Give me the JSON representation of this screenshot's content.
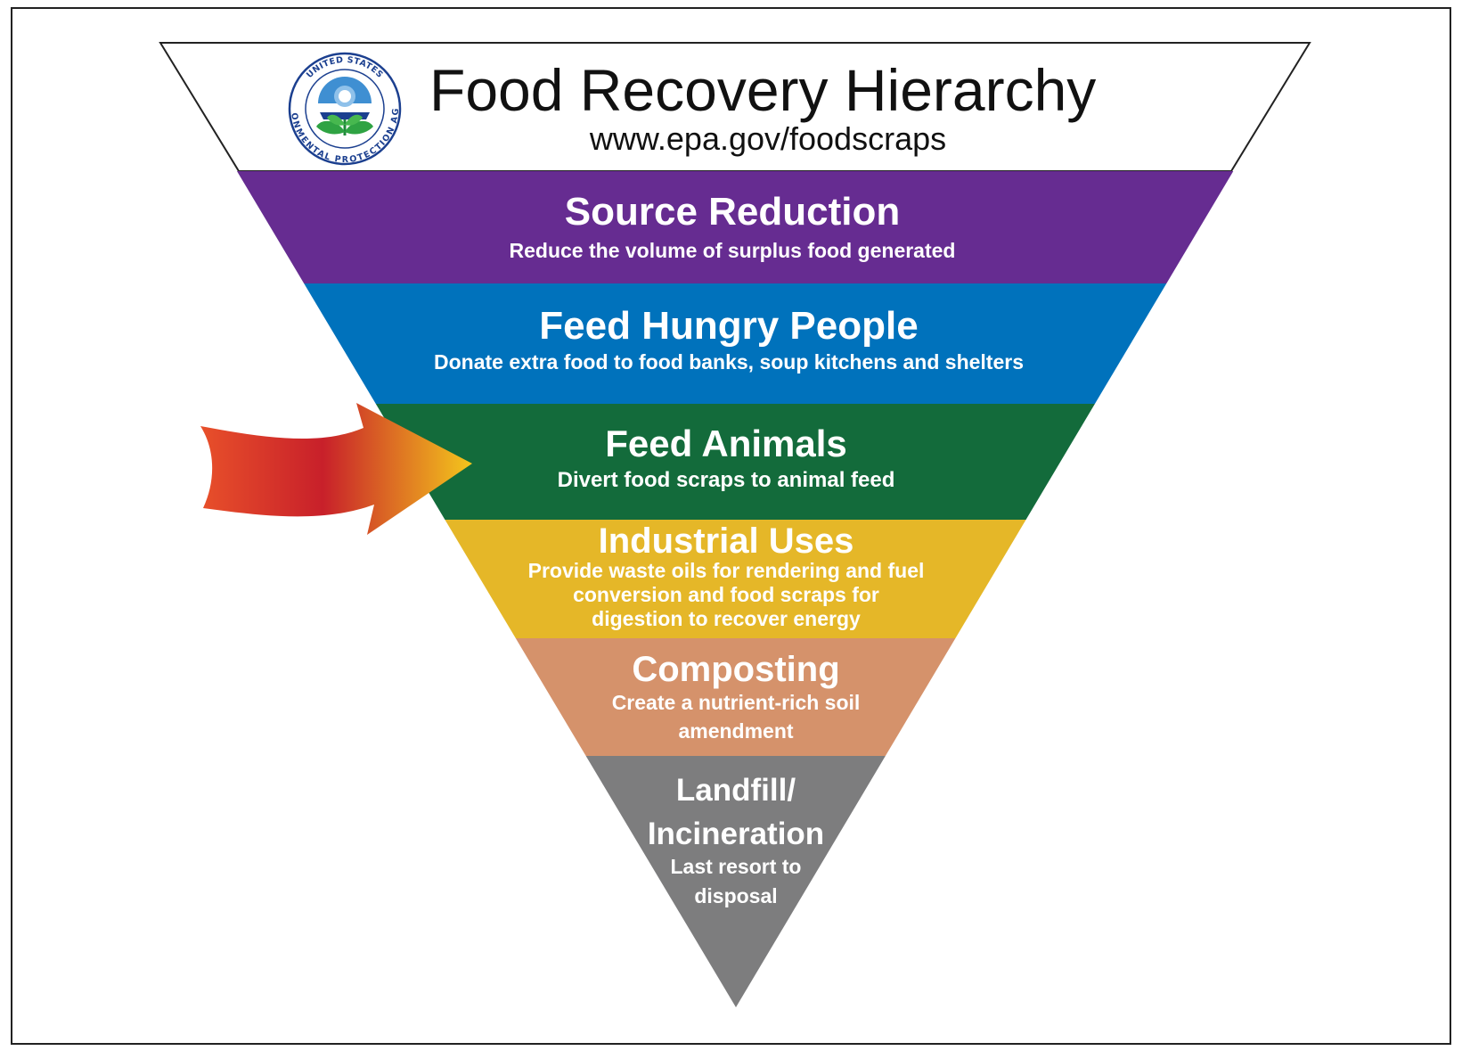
{
  "header": {
    "title": "Food Recovery Hierarchy",
    "url": "www.epa.gov/foodscraps",
    "logo": {
      "icon": "epa-seal-icon",
      "top_text": "UNITED STATES",
      "bottom_text": "ENVIRONMENTAL PROTECTION AGENCY"
    }
  },
  "colors": {
    "source_reduction": "#662c91",
    "feed_hungry_people": "#0072bc",
    "feed_animals": "#136b3b",
    "industrial_uses": "#e5b728",
    "composting": "#d5926b",
    "landfill": "#7d7d7e",
    "arrow_start": "#e8502a",
    "arrow_mid": "#c8202a",
    "arrow_end": "#f4c61c"
  },
  "tiers": [
    {
      "key": "source-reduction",
      "title": [
        "Source Reduction"
      ],
      "description": [
        "Reduce the volume of surplus food generated"
      ]
    },
    {
      "key": "feed-hungry-people",
      "title": [
        "Feed Hungry People"
      ],
      "description": [
        "Donate extra food to food banks, soup kitchens and shelters"
      ]
    },
    {
      "key": "feed-animals",
      "title": [
        "Feed Animals"
      ],
      "description": [
        "Divert food scraps to animal feed"
      ]
    },
    {
      "key": "industrial-uses",
      "title": [
        "Industrial Uses"
      ],
      "description": [
        "Provide waste oils for rendering and fuel",
        "conversion and food scraps for",
        "digestion to recover energy"
      ]
    },
    {
      "key": "composting",
      "title": [
        "Composting"
      ],
      "description": [
        "Create a nutrient-rich soil",
        "amendment"
      ]
    },
    {
      "key": "landfill-incineration",
      "title": [
        "Landfill/",
        "Incineration"
      ],
      "description": [
        "Last resort to",
        "disposal"
      ]
    }
  ],
  "highlight": {
    "icon": "arrow-right-icon",
    "target_tier": "feed-animals"
  }
}
